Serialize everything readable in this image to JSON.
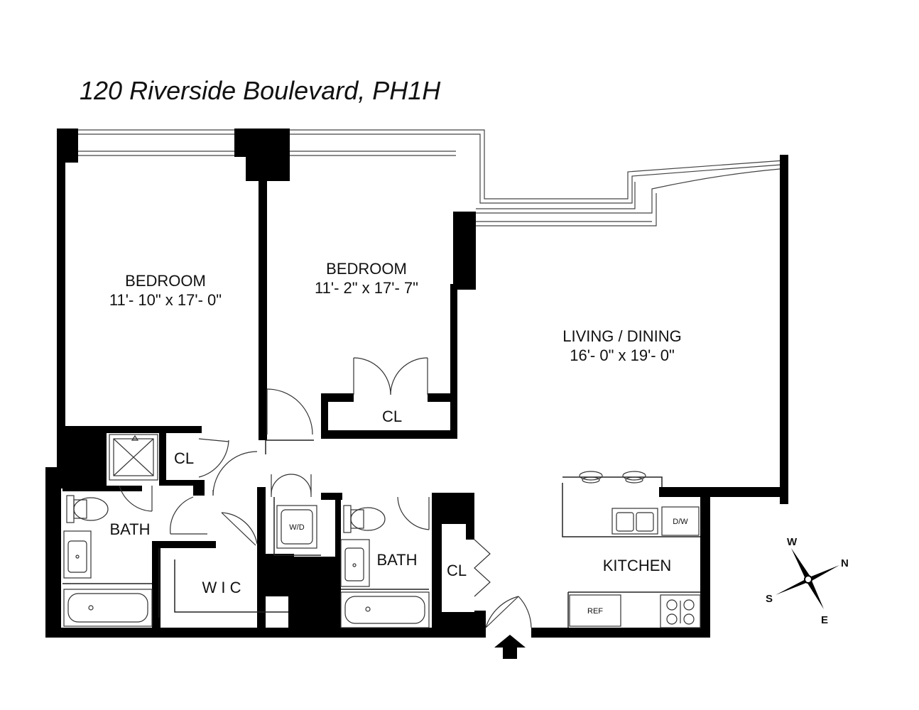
{
  "title": "120 Riverside Boulevard, PH1H",
  "rooms": {
    "bedroom1": {
      "name": "BEDROOM",
      "dims": "11'- 10\" x 17'- 0\""
    },
    "bedroom2": {
      "name": "BEDROOM",
      "dims": "11'- 2\" x 17'- 7\""
    },
    "living": {
      "name": "LIVING / DINING",
      "dims": "16'- 0\" x 19'- 0\""
    },
    "kitchen": "KITCHEN",
    "bath1": "BATH",
    "bath2": "BATH",
    "wic": "W I C",
    "closet1": "CL",
    "closet2": "CL",
    "closet3": "CL"
  },
  "fixtures": {
    "washer_dryer": "W/D",
    "dishwasher": "D/W",
    "refrigerator": "REF"
  },
  "compass": {
    "w": "W",
    "n": "N",
    "s": "S",
    "e": "E"
  },
  "icons": {
    "entry": "entry-arrow-icon",
    "compass": "compass-rose-icon"
  }
}
